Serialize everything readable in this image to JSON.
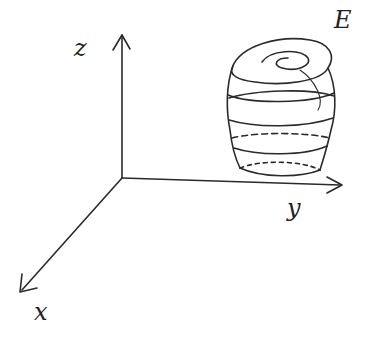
{
  "diagram": {
    "labels": [
      "z",
      "y",
      "x",
      "E"
    ]
  }
}
